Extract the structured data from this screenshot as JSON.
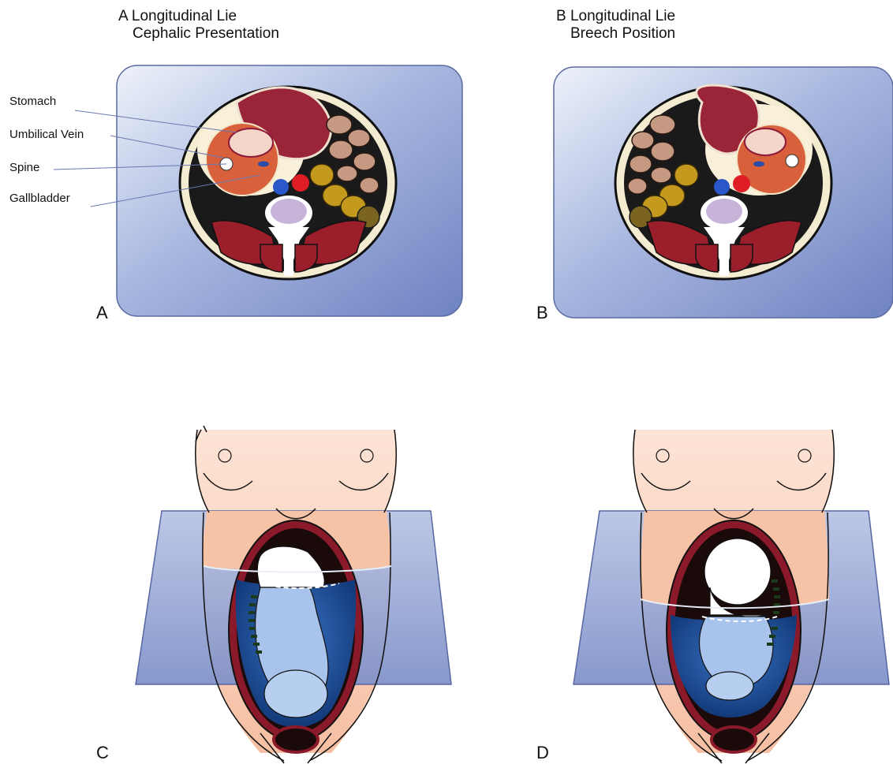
{
  "panel_a": {
    "title_line1": "A  Longitudinal  Lie",
    "title_line2": "Cephalic Presentation",
    "letter": "A",
    "labels": {
      "stomach": "Stomach",
      "umbilical_vein": "Umbilical Vein",
      "spine": "Spine",
      "gallbladder": "Gallbladder"
    }
  },
  "panel_b": {
    "title_line1": "B  Longitudinal  Lie",
    "title_line2": "Breech Position",
    "letter": "B"
  },
  "panel_c": {
    "letter": "C"
  },
  "panel_d": {
    "letter": "D"
  },
  "colors": {
    "plane_blue": "#7b8fc8",
    "plane_light": "#e6ecf7",
    "skin": "#f7c9b1",
    "muscle": "#9a1f2a",
    "liver": "#c8422c",
    "amniotic_blue": "#1e4f9a",
    "fetus_blue": "#a9c4ec"
  }
}
